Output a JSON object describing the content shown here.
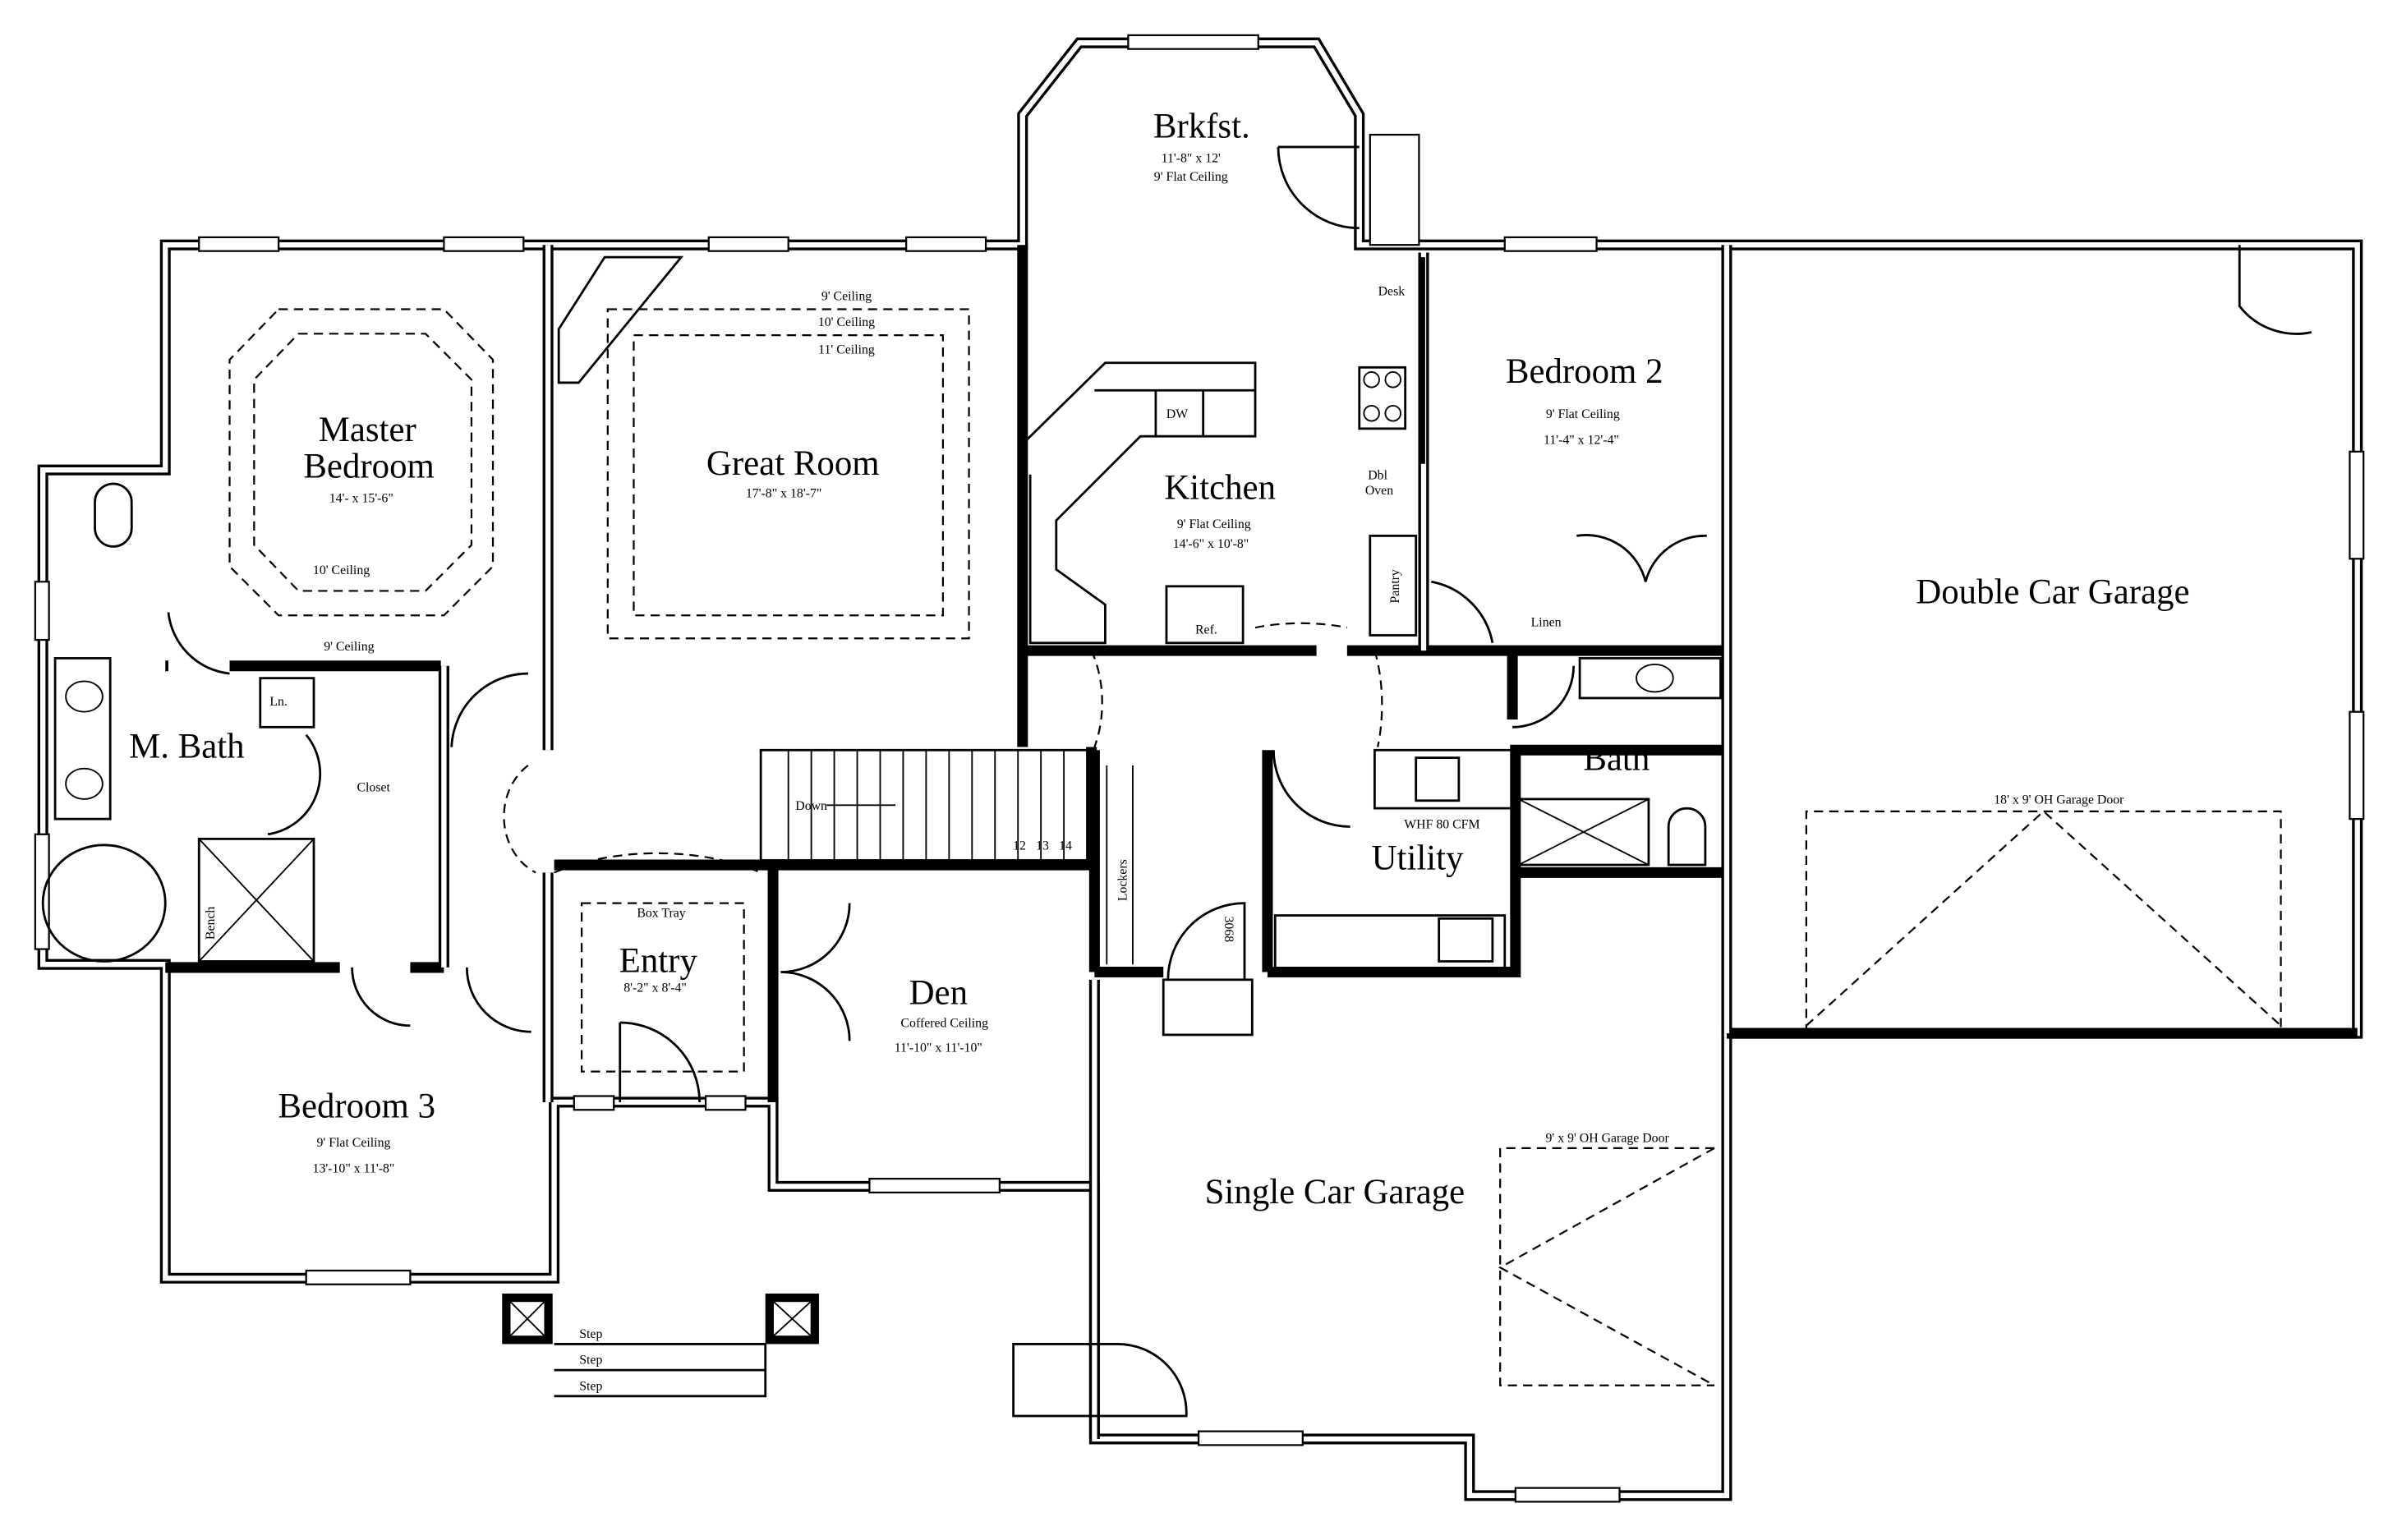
{
  "rooms": {
    "brkfst": {
      "name": "Brkfst.",
      "dims": "11'-8\" x 12'",
      "ceiling": "9' Flat Ceiling"
    },
    "master": {
      "name_line1": "Master",
      "name_line2": "Bedroom",
      "dims": "14'- x 15'-6\"",
      "ceiling": "10' Ceiling"
    },
    "hall_ceiling": "9' Ceiling",
    "great_room": {
      "name": "Great Room",
      "dims": "17'-8\" x 18'-7\"",
      "ceilings": [
        "9' Ceiling",
        "10' Ceiling",
        "11' Ceiling"
      ]
    },
    "kitchen": {
      "name": "Kitchen",
      "ceiling": "9' Flat Ceiling",
      "dims": "14'-6\" x 10'-8\""
    },
    "bedroom2": {
      "name": "Bedroom 2",
      "ceiling": "9' Flat Ceiling",
      "dims": "11'-4\" x 12'-4\""
    },
    "double_garage": {
      "name": "Double Car Garage",
      "door": "18' x 9' OH Garage Door"
    },
    "master_bath": {
      "name": "M. Bath"
    },
    "bath": {
      "name": "Bath"
    },
    "utility": {
      "name": "Utility",
      "fan": "WHF 80 CFM"
    },
    "entry": {
      "name": "Entry",
      "dims": "8'-2\" x 8'-4\"",
      "ceiling": "Box Tray"
    },
    "den": {
      "name": "Den",
      "ceiling": "Coffered Ceiling",
      "dims": "11'-10\" x 11'-10\""
    },
    "bedroom3": {
      "name": "Bedroom 3",
      "ceiling": "9' Flat Ceiling",
      "dims": "13'-10\" x 11'-8\""
    },
    "single_garage": {
      "name": "Single Car Garage",
      "door": "9' x 9' OH Garage Door"
    }
  },
  "fixtures": {
    "desk": "Desk",
    "dw": "DW",
    "dbl": "Dbl",
    "oven": "Oven",
    "pantry": "Pantry",
    "ref": "Ref.",
    "linen": "Linen",
    "ln": "Ln.",
    "closet": "Closet",
    "bench": "Bench",
    "lockers": "Lockers",
    "door_code": "3068",
    "down": "Down",
    "stairs": [
      "12",
      "13",
      "14"
    ],
    "steps": [
      "Step",
      "Step",
      "Step"
    ]
  }
}
